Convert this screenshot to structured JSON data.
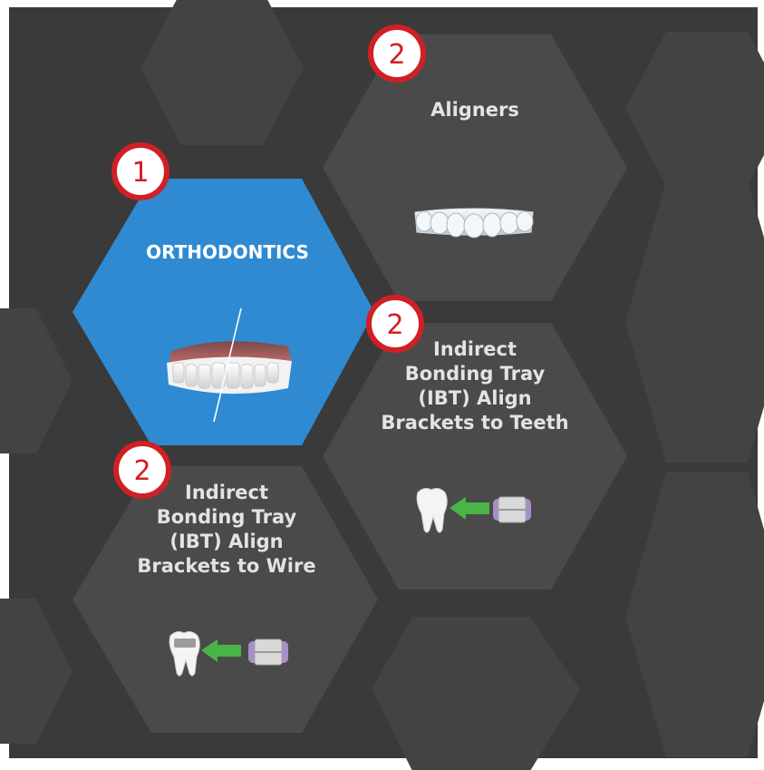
{
  "panel": {
    "background_color": "#3a3a3a",
    "tile_color": "#4a4a4a",
    "active_color": "#2f8ad1",
    "badge_ring_color": "#d11f26",
    "arrow_color": "#49b447"
  },
  "categories": {
    "orthodontics": {
      "label": "ORTHODONTICS",
      "badge": "1",
      "icon": "teeth-model-icon"
    },
    "aligners": {
      "label": "Aligners",
      "badge": "2",
      "icon": "aligner-tray-icon"
    },
    "ibt_teeth": {
      "label_lines": [
        "Indirect",
        "Bonding Tray",
        "(IBT) Align",
        "Brackets to Teeth"
      ],
      "badge": "2",
      "icon": "tooth-arrow-bracket-icon"
    },
    "ibt_wire": {
      "label_lines": [
        "Indirect",
        "Bonding Tray",
        "(IBT) Align",
        "Brackets to Wire"
      ],
      "badge": "2",
      "icon": "bracket-tooth-arrow-bracket-icon"
    }
  }
}
